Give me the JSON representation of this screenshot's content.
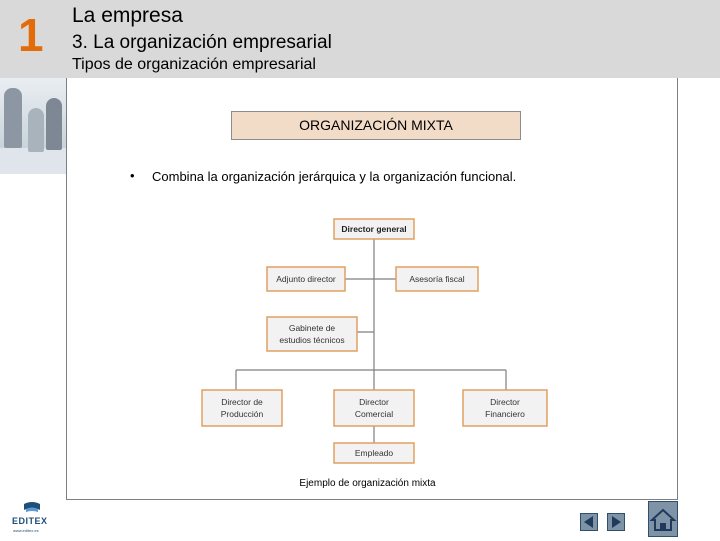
{
  "header": {
    "chapter_number": "1",
    "title": "La empresa",
    "section": "3. La organización empresarial",
    "subsection": "Tipos de organización empresarial"
  },
  "main": {
    "box_title": "ORGANIZACIÓN MIXTA",
    "bullet_symbol": "•",
    "bullet_text": "Combina la organización jerárquica  y la organización funcional.",
    "caption": "Ejemplo de organización  mixta"
  },
  "org_chart": {
    "nodes": [
      {
        "id": "director-general",
        "lines": [
          "Director general"
        ],
        "emphasis": true
      },
      {
        "id": "adjunto-director",
        "lines": [
          "Adjunto director"
        ]
      },
      {
        "id": "asesoria-fiscal",
        "lines": [
          "Asesoría fiscal"
        ]
      },
      {
        "id": "gabinete-estudios-tecnicos",
        "lines": [
          "Gabinete de",
          "estudios técnicos"
        ]
      },
      {
        "id": "director-produccion",
        "lines": [
          "Director de",
          "Producción"
        ]
      },
      {
        "id": "director-comercial",
        "lines": [
          "Director",
          "Comercial"
        ]
      },
      {
        "id": "director-financiero",
        "lines": [
          "Director",
          "Financiero"
        ]
      },
      {
        "id": "empleado",
        "lines": [
          "Empleado"
        ]
      }
    ],
    "colors": {
      "node_fill": "#f2f2f2",
      "node_border": "#e0a060",
      "line": "#7f7f7f",
      "emphasis_text": "#222222"
    }
  },
  "branding": {
    "logo_text": "EDITEX",
    "logo_subtext": "www.editex.es"
  },
  "navigation": {
    "prev_icon": "prev-arrow-icon",
    "next_icon": "next-arrow-icon",
    "home_icon": "home-icon"
  },
  "colors": {
    "accent": "#e36c0a",
    "header_bg": "#d9d9d9",
    "title_box_bg": "#f2dcc8"
  }
}
